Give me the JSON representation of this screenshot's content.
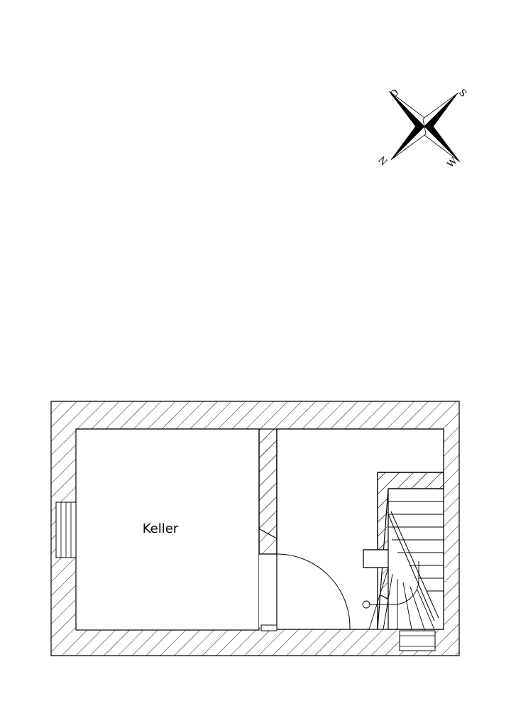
{
  "plan": {
    "rooms": [
      {
        "label": "Keller"
      }
    ]
  },
  "compass": {
    "letters": {
      "north": "N",
      "east": "O",
      "south": "S",
      "west": "W"
    }
  },
  "colors": {
    "line": "#000000",
    "background": "#ffffff"
  }
}
